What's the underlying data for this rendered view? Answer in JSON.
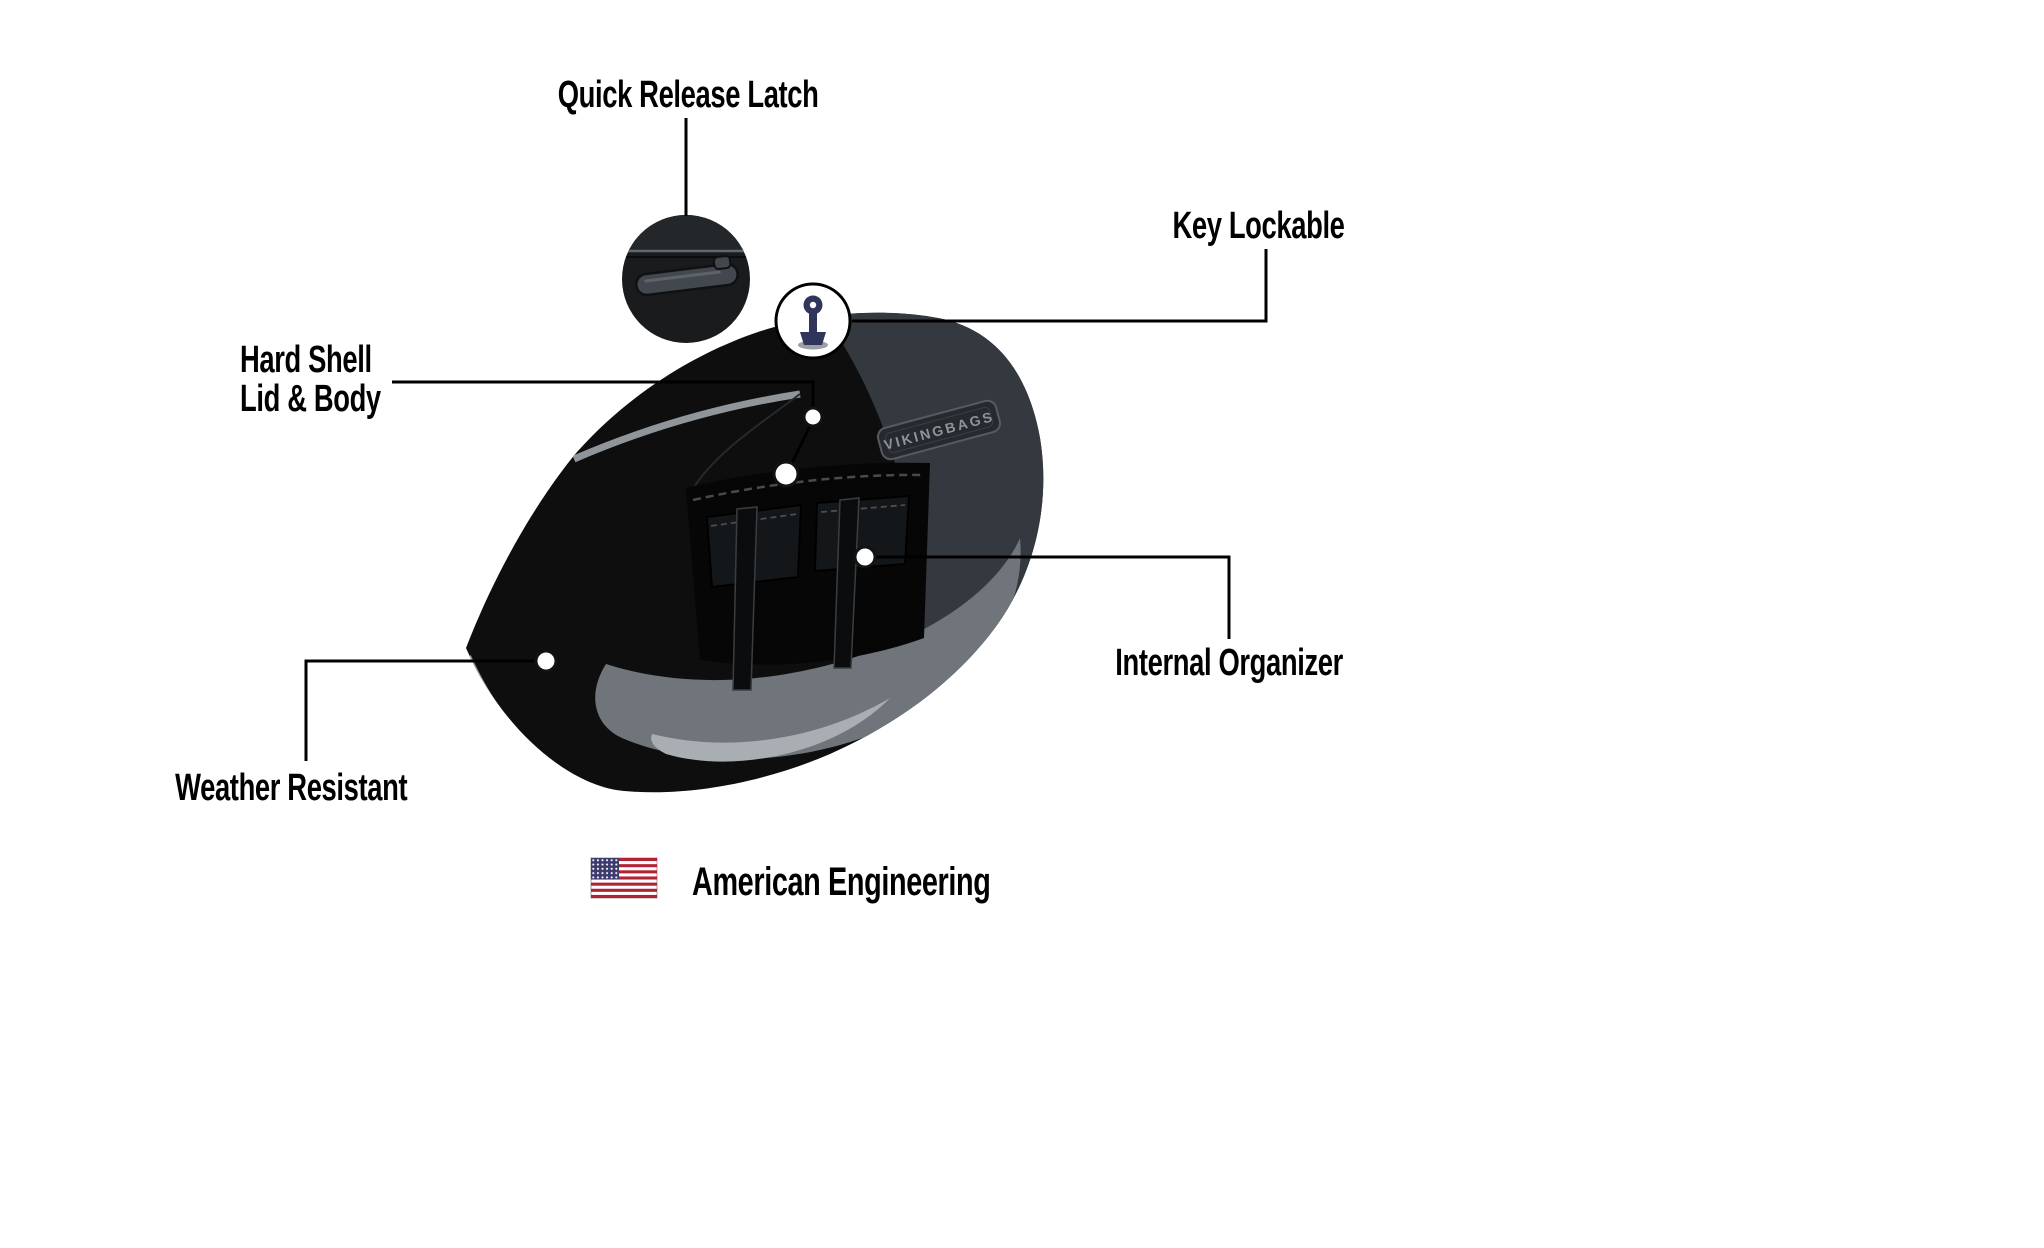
{
  "page": {
    "background_color": "#ffffff"
  },
  "callouts": {
    "quick_release": {
      "label": "Quick Release Latch"
    },
    "key_lockable": {
      "label": "Key Lockable"
    },
    "hard_shell": {
      "line1": "Hard Shell",
      "line2": "Lid & Body"
    },
    "internal_organizer": {
      "label": "Internal Organizer"
    },
    "weather_resistant": {
      "label": "Weather Resistant"
    }
  },
  "footer": {
    "label": "American Engineering",
    "flag_icon": "us-flag"
  },
  "product": {
    "brand_badge": "VIKINGBAGS"
  },
  "colors": {
    "text": "#000000",
    "callout_line": "#000000",
    "bag_black": "#0e0e0e",
    "bag_charcoal": "#343940",
    "bag_gray_accent": "#8f959a",
    "bag_gray_band": "#6f757b",
    "bag_gray_light": "#a9aeb2",
    "key_navy": "#30355b",
    "flag_red": "#B22234",
    "flag_blue": "#3C3B6E"
  }
}
